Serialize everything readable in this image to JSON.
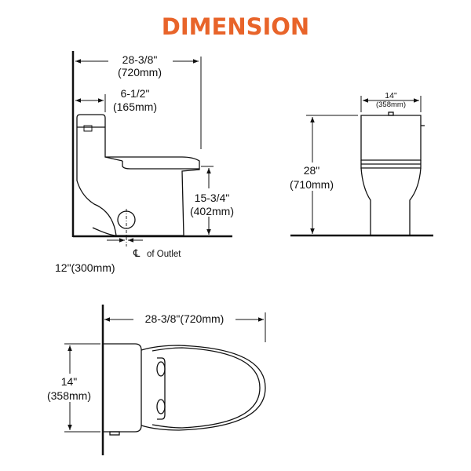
{
  "title": "DIMENSION",
  "colors": {
    "title": "#e8642a",
    "ink": "#111111"
  },
  "side_view": {
    "overall_depth_in": "28-3/8\"",
    "overall_depth_mm": "(720mm)",
    "tank_offset_in": "6-1/2\"",
    "tank_offset_mm": "(165mm)",
    "seat_height_in": "15-3/4\"",
    "seat_height_mm": "(402mm)",
    "outlet_label": "of Outlet",
    "rough_in": "12\"(300mm)"
  },
  "front_view": {
    "width_in": "14\"",
    "width_mm": "(358mm)",
    "height_in": "28\"",
    "height_mm": "(710mm)"
  },
  "top_view": {
    "depth": "28-3/8\"(720mm)",
    "width_in": "14\"",
    "width_mm": "(358mm)"
  }
}
